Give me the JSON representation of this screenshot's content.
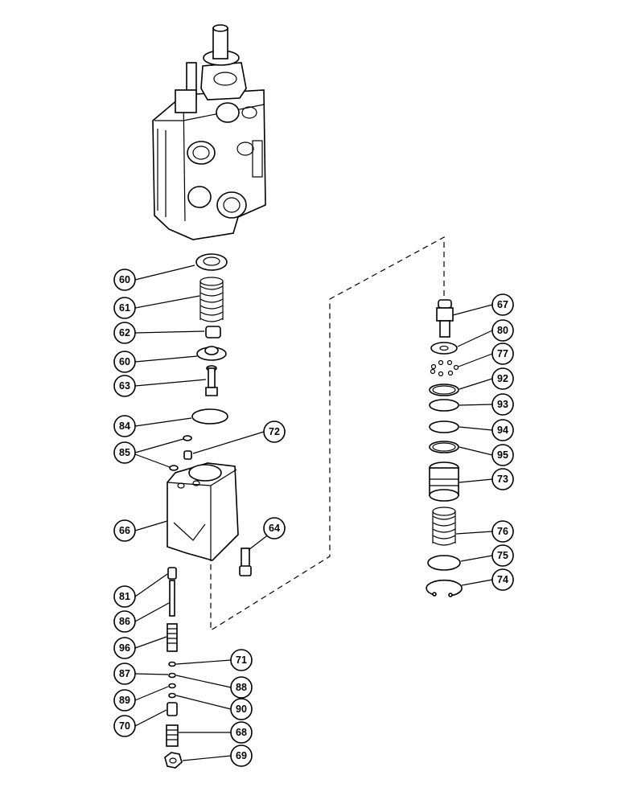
{
  "diagram": {
    "callouts": [
      {
        "id": "c60a",
        "label": "60"
      },
      {
        "id": "c61",
        "label": "61"
      },
      {
        "id": "c62",
        "label": "62"
      },
      {
        "id": "c60b",
        "label": "60"
      },
      {
        "id": "c63",
        "label": "63"
      },
      {
        "id": "c84",
        "label": "84"
      },
      {
        "id": "c85",
        "label": "85"
      },
      {
        "id": "c72",
        "label": "72"
      },
      {
        "id": "c66",
        "label": "66"
      },
      {
        "id": "c64",
        "label": "64"
      },
      {
        "id": "c81",
        "label": "81"
      },
      {
        "id": "c86",
        "label": "86"
      },
      {
        "id": "c96",
        "label": "96"
      },
      {
        "id": "c71",
        "label": "71"
      },
      {
        "id": "c87",
        "label": "87"
      },
      {
        "id": "c88",
        "label": "88"
      },
      {
        "id": "c89",
        "label": "89"
      },
      {
        "id": "c90",
        "label": "90"
      },
      {
        "id": "c70",
        "label": "70"
      },
      {
        "id": "c68",
        "label": "68"
      },
      {
        "id": "c69",
        "label": "69"
      },
      {
        "id": "c67",
        "label": "67"
      },
      {
        "id": "c80",
        "label": "80"
      },
      {
        "id": "c77",
        "label": "77"
      },
      {
        "id": "c92",
        "label": "92"
      },
      {
        "id": "c93",
        "label": "93"
      },
      {
        "id": "c94",
        "label": "94"
      },
      {
        "id": "c95",
        "label": "95"
      },
      {
        "id": "c73",
        "label": "73"
      },
      {
        "id": "c76",
        "label": "76"
      },
      {
        "id": "c75",
        "label": "75"
      },
      {
        "id": "c74",
        "label": "74"
      }
    ]
  }
}
